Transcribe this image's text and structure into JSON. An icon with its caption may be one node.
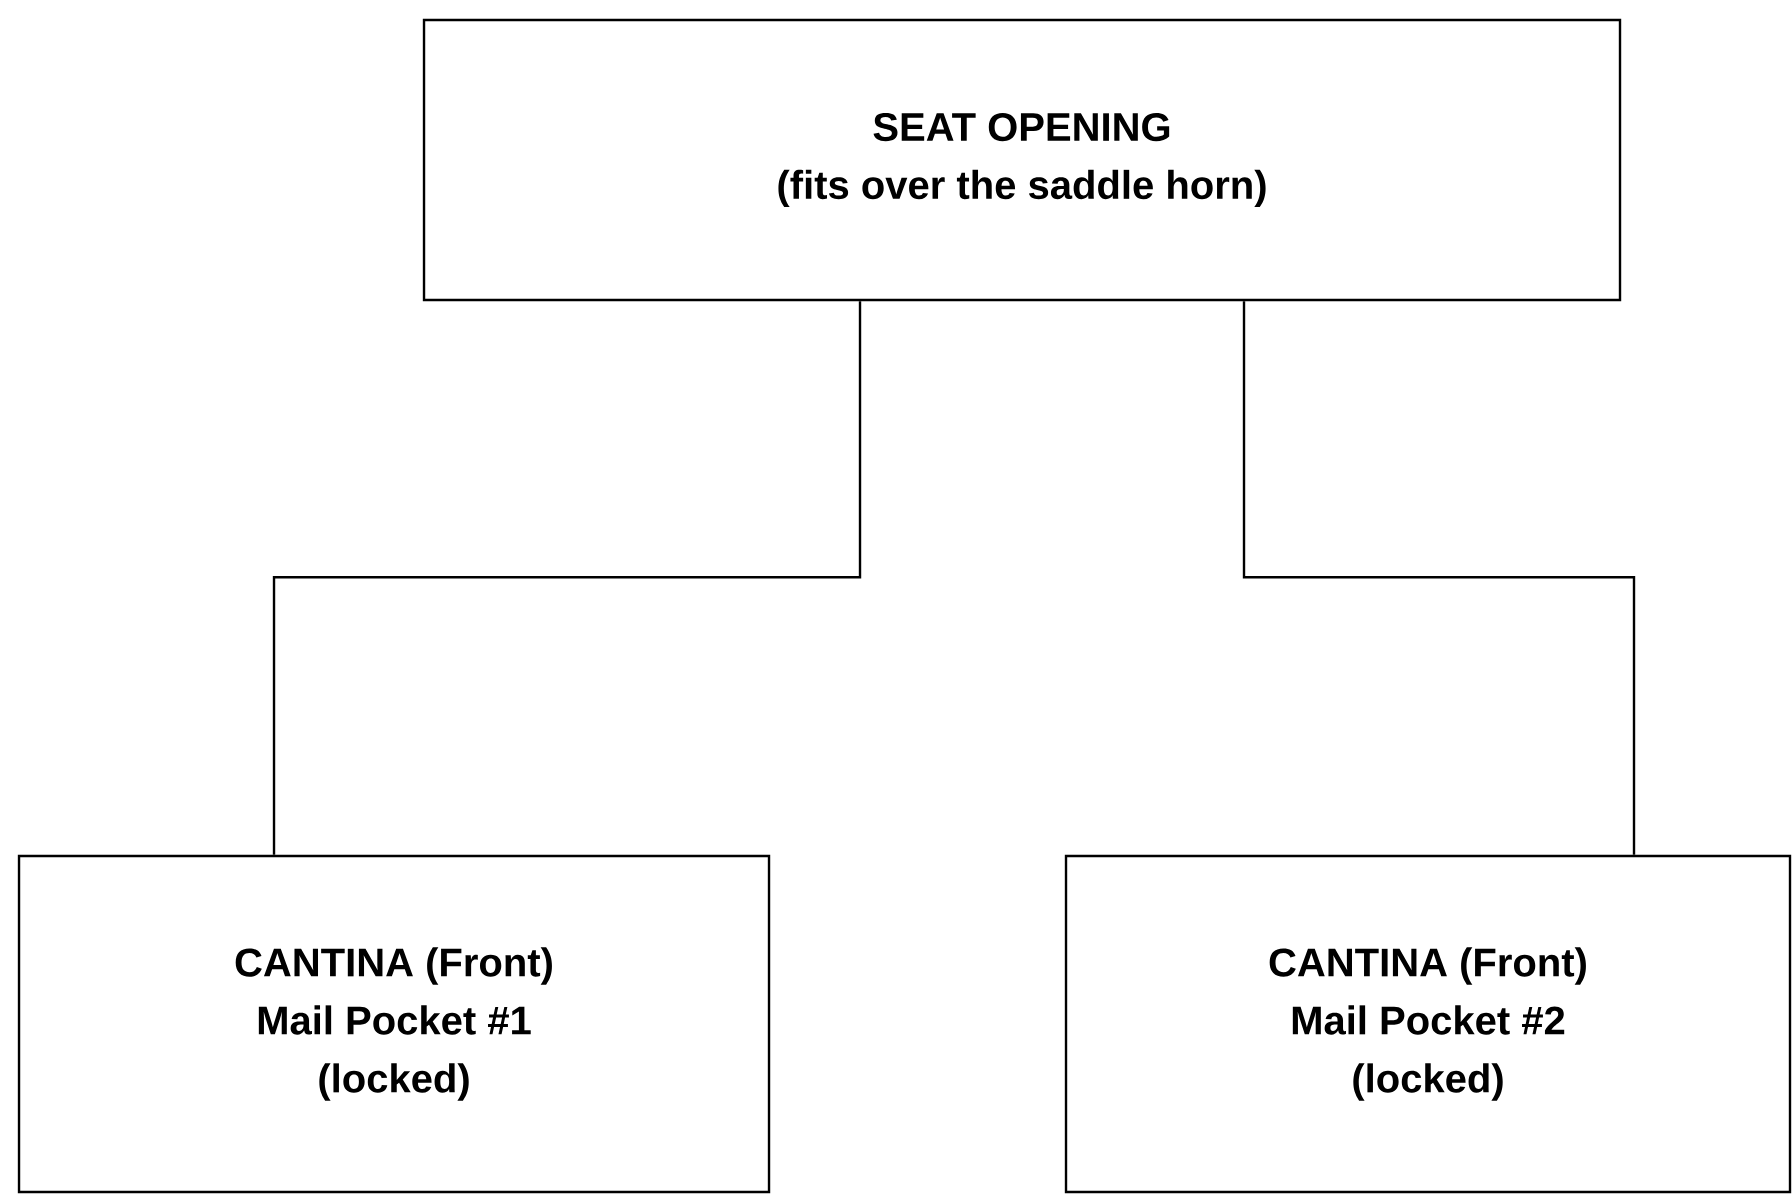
{
  "diagram": {
    "nodes": [
      {
        "text": [
          "SEAT OPENING",
          "(fits over the saddle horn)"
        ]
      },
      {
        "text": [
          "CANTINA (Front)",
          "Mail Pocket #1",
          "(locked)"
        ]
      },
      {
        "text": [
          "CANTINA (Front)",
          "Mail Pocket #2",
          "(locked)"
        ]
      }
    ],
    "edges": [
      {
        "from": 0,
        "to": 1,
        "arrow": "none"
      },
      {
        "from": 0,
        "to": 2,
        "arrow": "none"
      }
    ]
  }
}
